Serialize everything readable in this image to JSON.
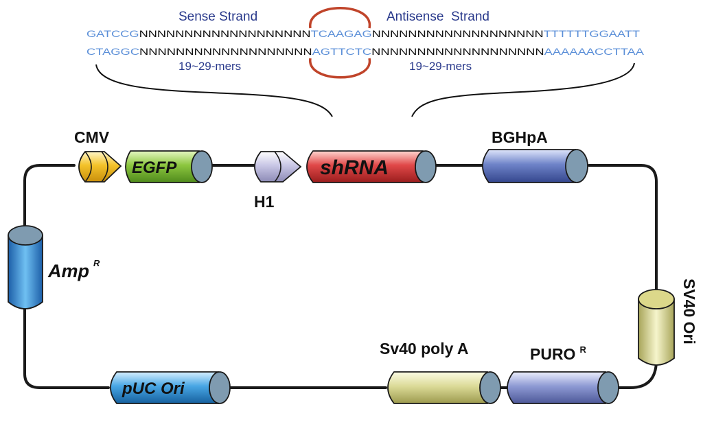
{
  "sequence": {
    "sense_title": "Sense Strand",
    "antisense_title": "Antisense  Strand",
    "top_strand": {
      "left_end": "GATCCG",
      "sense_n": "NNNNNNNNNNNNNNNNNNN",
      "loop": "TCAAGAG",
      "antisense_n": "NNNNNNNNNNNNNNNNNNN",
      "right_end": "TTTTTTGGAATT"
    },
    "bottom_strand": {
      "left_end": "CTAGGC",
      "sense_n": "NNNNNNNNNNNNNNNNNNN",
      "loop": "AGTTCTC",
      "antisense_n": "NNNNNNNNNNNNNNNNNNN",
      "right_end": "AAAAAACCTTAA"
    },
    "sense_length": "19~29-mers",
    "antisense_length": "19~29-mers",
    "colors": {
      "end": "#5b8fd8",
      "n": "#111111",
      "loop_arc": "#c0442a",
      "title": "#2a3a8c"
    }
  },
  "plasmid": {
    "elements": {
      "cmv": {
        "label": "CMV",
        "color": "#f3c22a"
      },
      "egfp": {
        "label": "EGFP",
        "color": "#8cc63f"
      },
      "h1": {
        "label": "H1",
        "color": "#c9c7e6"
      },
      "shrna": {
        "label": "shRNA",
        "color": "#e04848"
      },
      "bghpa": {
        "label": "BGHpA",
        "color": "#6e83c8"
      },
      "ampr": {
        "label": "Amp",
        "sup": "R",
        "color": "#3a8fd8"
      },
      "sv40ori": {
        "label": "SV40 Ori",
        "color": "#dcd88a"
      },
      "puror": {
        "label": "PURO",
        "sup": "R",
        "color": "#8e9ad4"
      },
      "sv40polya": {
        "label": "Sv40 poly A",
        "color": "#dcdb98"
      },
      "puc_ori": {
        "label": "pUC Ori",
        "color": "#48a6e4"
      }
    },
    "cap_color": "#7f9bb0",
    "backbone_color": "#1a1a1a"
  }
}
